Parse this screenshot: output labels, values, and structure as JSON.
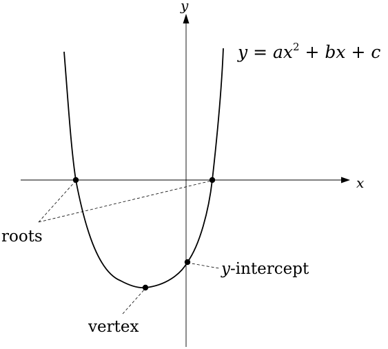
{
  "equation": {
    "lhs": "y",
    "eq": " = ",
    "a": "a",
    "x1": "x",
    "exp": "2",
    "plus1": " + ",
    "b": "b",
    "x2": "x",
    "plus2": " + ",
    "c": "c"
  },
  "axes": {
    "x_label": "x",
    "y_label": "y"
  },
  "annotations": {
    "roots": "roots",
    "vertex": "vertex",
    "y_intercept_var": "y",
    "y_intercept_rest": "-intercept"
  },
  "colors": {
    "ink": "#000000",
    "background": "#ffffff"
  }
}
